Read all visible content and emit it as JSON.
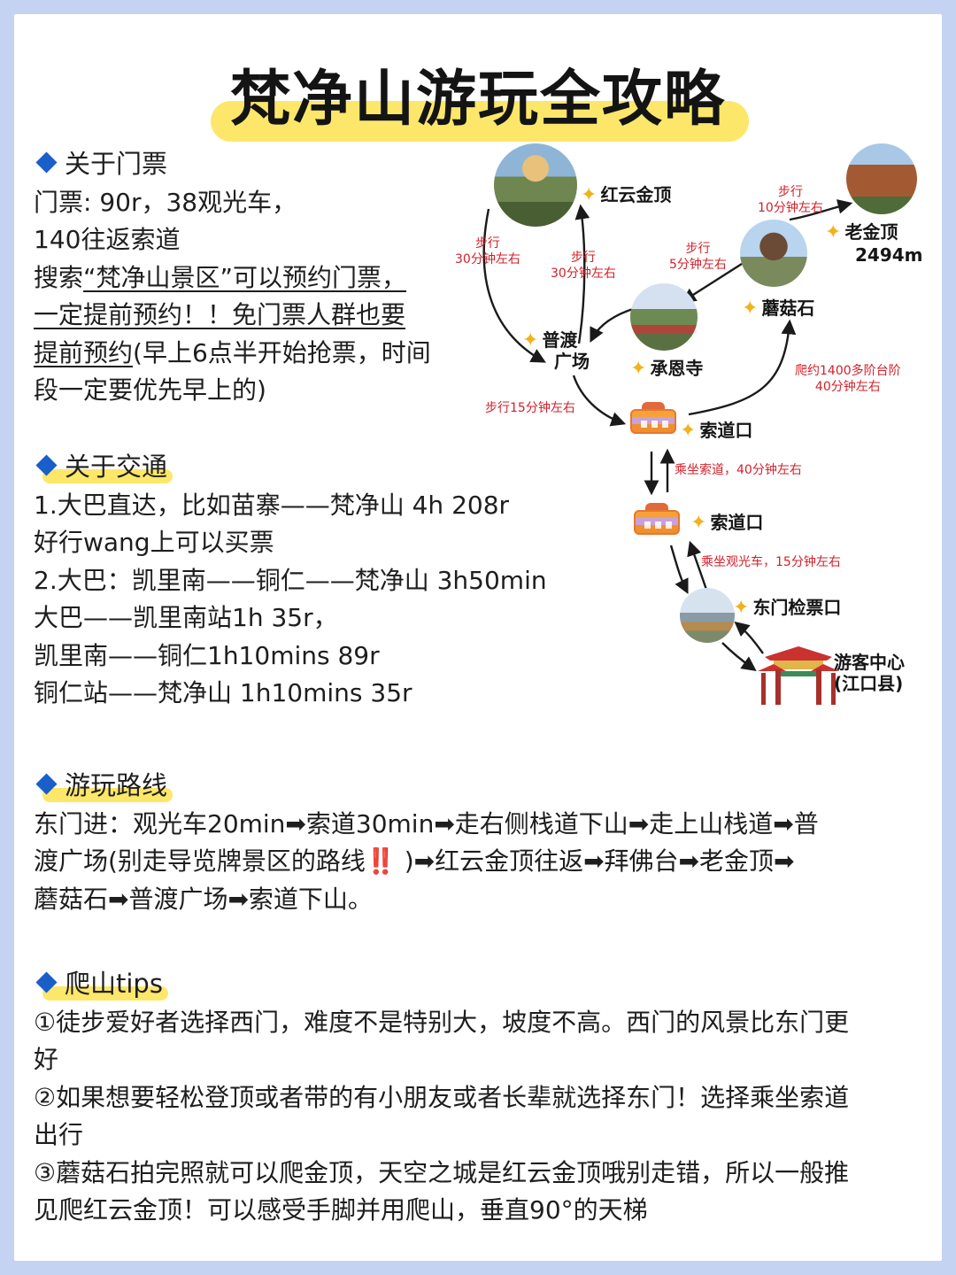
{
  "title": "梵净山游玩全攻略",
  "tickets": {
    "heading": "关于门票",
    "line1": "门票: 90r，38观光车，",
    "line2": "140往返索道",
    "line3a": "搜索",
    "line3b": "“梵净山景区”可以预约门票，",
    "line4": "一定提前预约！！免门票人群也要",
    "line5a": "提前预约",
    "line5b": "(早上6点半开始抢票，时间",
    "line6": "段一定要优先早上的)"
  },
  "transport": {
    "heading": "关于交通",
    "lines": [
      "1.大巴直达，比如苗寨——梵净山 4h 208r",
      "好行wang上可以买票",
      "2.大巴：凯里南——铜仁——梵净山 3h50min",
      "大巴——凯里南站1h 35r，",
      "凯里南——铜仁1h10mins 89r",
      "铜仁站——梵净山 1h10mins 35r"
    ]
  },
  "route": {
    "heading": "游玩路线",
    "lines": [
      "东门进：观光车20min➡索道30min➡走右侧栈道下山➡走上山栈道➡普",
      "渡广场(别走导览牌景区的路线‼️ )➡红云金顶往返➡拜佛台➡老金顶➡",
      "蘑菇石➡普渡广场➡索道下山。"
    ]
  },
  "tips": {
    "heading": "爬山tips",
    "lines": [
      "①徒步爱好者选择西门，难度不是特别大，坡度不高。西门的风景比东门更",
      "好",
      "②如果想要轻松登顶或者带的有小朋友或者长辈就选择东门！选择乘坐索道",
      "出行",
      "③蘑菇石拍完照就可以爬金顶，天空之城是红云金顶哦别走错，所以一般推",
      "见爬红云金顶！可以感受手脚并用爬山，垂直90°的天梯"
    ]
  },
  "map": {
    "places": {
      "hongyun": "红云金顶",
      "laojinding": "老金顶",
      "laojinding_alt": "2494m",
      "mogushi": "蘑菇石",
      "pudu1": "普渡",
      "pudu2": "广场",
      "chengensi": "承恩寺",
      "suodao_upper": "索道口",
      "suodao_lower": "索道口",
      "dongmen": "东门检票口",
      "youke1": "游客中心",
      "youke2": "(江口县)"
    },
    "notes": {
      "walk10_1": "步行",
      "walk10_2": "10分钟左右",
      "walk5_1": "步行",
      "walk5_2": "5分钟左右",
      "walk30a_1": "步行",
      "walk30a_2": "30分钟左右",
      "walk30b_1": "步行",
      "walk30b_2": "30分钟左右",
      "walk15": "步行15分钟左右",
      "climb_1": "爬约1400多阶台阶",
      "climb_2": "40分钟左右",
      "cable": "乘坐索道，40分钟左右",
      "bus": "乘坐观光车，15分钟左右"
    },
    "star_icon": "✦"
  }
}
